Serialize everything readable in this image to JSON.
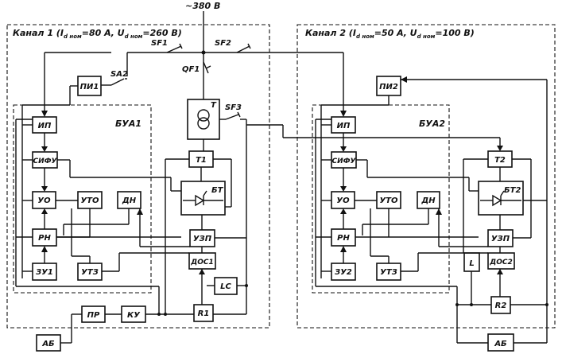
{
  "supply": "~380 В",
  "channels": [
    {
      "title": "Канал 1 (I",
      "sub1": "d ном",
      "mid": "=80 А, U",
      "sub2": "d ном",
      "end": "=260 В)"
    },
    {
      "title": "Канал 2 (I",
      "sub1": "d ном",
      "mid": "=50 А, U",
      "sub2": "d ном",
      "end": "=100 В)"
    }
  ],
  "groups": {
    "bua1": "БУА1",
    "bua2": "БУА2"
  },
  "switches": {
    "sf1": "SF1",
    "sf2": "SF2",
    "sf3": "SF3",
    "qf1": "QF1",
    "sa2": "SA2"
  },
  "transformer": "T",
  "blocks": {
    "pi1": "ПИ1",
    "ip1": "ИП",
    "sifu1": "СИФУ",
    "uo1": "УО",
    "uto1": "УТО",
    "dn1": "ДН",
    "rn1": "РН",
    "zu1": "ЗУ1",
    "ut3_1": "УТЗ",
    "t1": "Т1",
    "bt1": "БТ",
    "uzp1": "УЗП",
    "dos1": "ДОС1",
    "lc": "LC",
    "r1": "R1",
    "pr": "ПР",
    "ku": "КУ",
    "ab1": "АБ",
    "pi2": "ПИ2",
    "ip2": "ИП",
    "sifu2": "СИФУ",
    "uo2": "УО",
    "uto2": "УТО",
    "dn2": "ДН",
    "rn2": "РН",
    "zu2": "ЗУ2",
    "ut3_2": "УТЗ",
    "t2": "Т2",
    "bt2": "БТ2",
    "uzp2": "УЗП",
    "l": "L",
    "dos2": "ДОС2",
    "r2": "R2",
    "ab2": "АБ"
  }
}
